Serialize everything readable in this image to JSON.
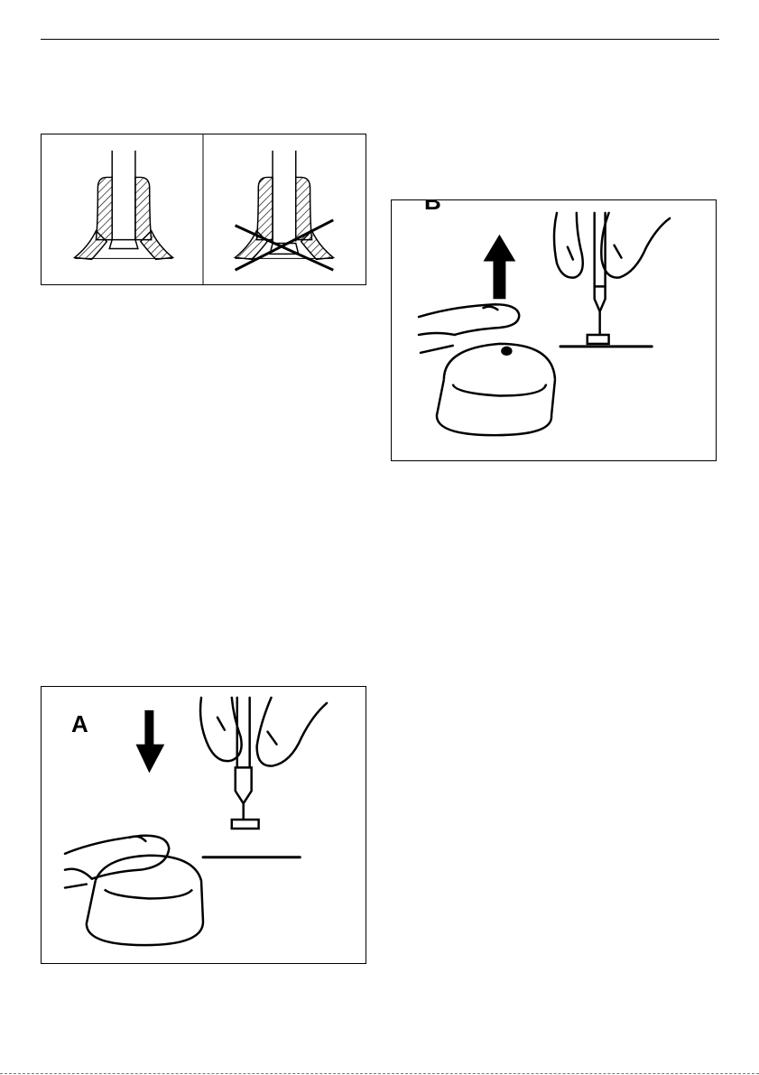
{
  "figures": {
    "valve_comparison": {
      "panels": [
        {
          "state": "correct"
        },
        {
          "state": "incorrect",
          "mark": "cross"
        }
      ]
    },
    "step_a": {
      "label": "A",
      "arrow": "down"
    },
    "step_b": {
      "label": "B",
      "arrow": "up"
    }
  },
  "colors": {
    "ink": "#000000",
    "paper": "#ffffff"
  }
}
